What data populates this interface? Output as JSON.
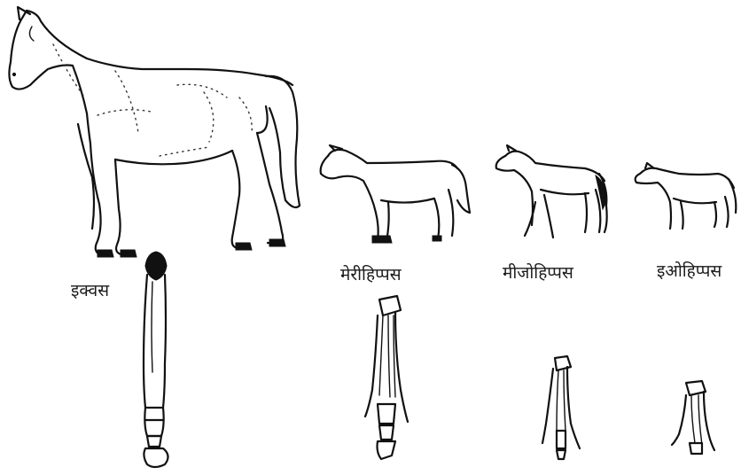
{
  "diagram": {
    "stages": [
      {
        "id": "equus",
        "label": "इक्वस"
      },
      {
        "id": "merychippus",
        "label": "मेरीहिप्पस"
      },
      {
        "id": "mesohippus",
        "label": "मीजोहिप्पस"
      },
      {
        "id": "eohippus",
        "label": "इओहिप्पस"
      }
    ]
  }
}
